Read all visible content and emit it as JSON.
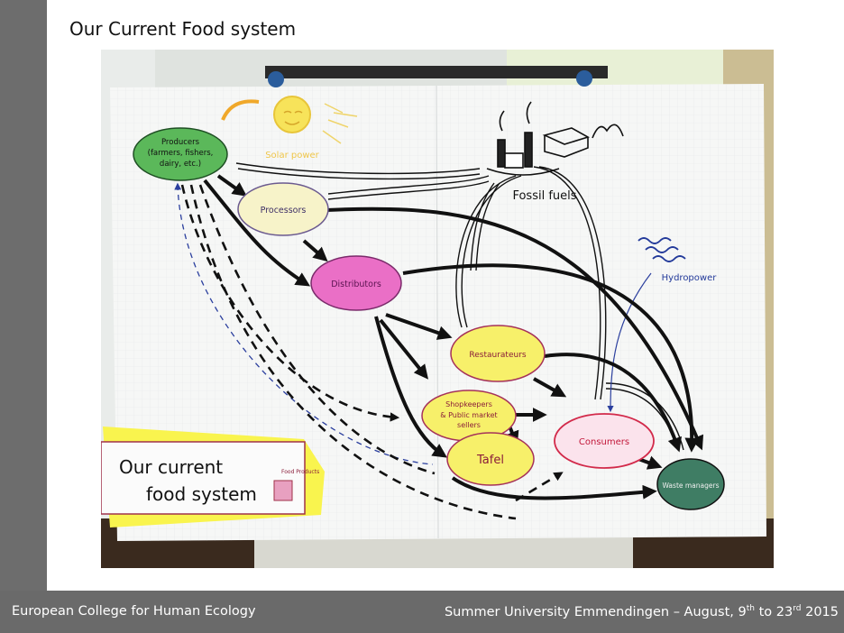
{
  "slide": {
    "title": "Our Current Food system"
  },
  "footer": {
    "left": "European College for Human Ecology",
    "right_prefix": "Summer University Emmendingen – August, 9",
    "right_sup1": "th",
    "right_mid": " to 23",
    "right_sup2": "rd",
    "right_suffix": " 2015"
  },
  "diagram": {
    "producers_line1": "Producers",
    "producers_line2": "(farmers, fishers,",
    "producers_line3": "dairy, etc.)",
    "solar_power": "Solar power",
    "fossil_fuels": "Fossil fuels",
    "processors": "Processors",
    "distributors": "Distributors",
    "hydropower": "Hydropower",
    "restaurateurs": "Restaurateurs",
    "shopkeepers_line1": "Shopkeepers",
    "shopkeepers_line2": "& Public market",
    "shopkeepers_line3": "sellers",
    "tafel": "Tafel",
    "consumers": "Consumers",
    "waste_managers": "Waste managers",
    "card_line1": "Our current",
    "card_line2": "food system",
    "card_small": "Food Products"
  },
  "colors": {
    "producers": "#5bb85a",
    "processors": "#f7f3c9",
    "distributors": "#ea6fc6",
    "yellow_node": "#f7f06a",
    "consumers": "#fbe3ec",
    "waste": "#3f7d64",
    "sticky": "#f9f44e"
  }
}
